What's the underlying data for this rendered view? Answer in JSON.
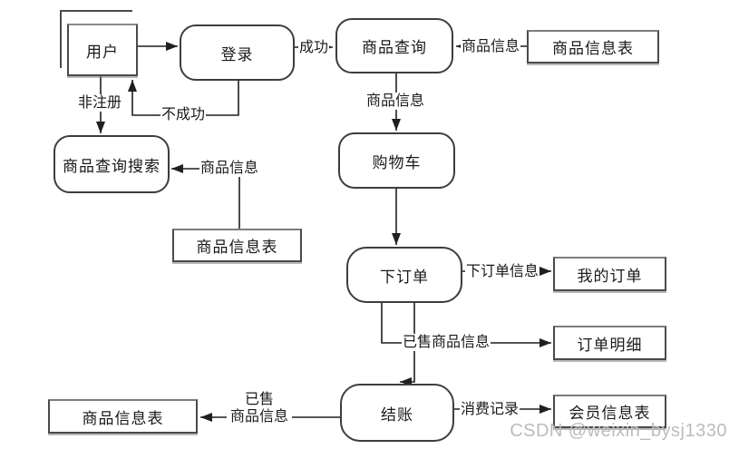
{
  "nodes": {
    "user": {
      "label": "用户"
    },
    "login": {
      "label": "登录"
    },
    "product_query": {
      "label": "商品查询"
    },
    "product_info_table_top": {
      "label": "商品信息表"
    },
    "product_query_search": {
      "label": "商品查询搜索"
    },
    "product_info_table_mid": {
      "label": "商品信息表"
    },
    "cart": {
      "label": "购物车"
    },
    "place_order": {
      "label": "下订单"
    },
    "my_orders": {
      "label": "我的订单"
    },
    "order_details": {
      "label": "订单明细"
    },
    "checkout": {
      "label": "结账"
    },
    "member_info_table": {
      "label": "会员信息表"
    },
    "product_info_table_bottom": {
      "label": "商品信息表"
    }
  },
  "edges": {
    "success": "成功",
    "fail": "不成功",
    "unregistered": "非注册",
    "product_info_to_query": "商品信息",
    "product_info_to_cart": "商品信息",
    "product_info_to_search": "商品信息",
    "order_info": "下订单信息",
    "sold_product_info": "已售商品信息",
    "consumption_record": "消费记录",
    "sold_line1": "已售",
    "sold_line2": "商品信息"
  },
  "watermark": "CSDN @weixin_bysj1330",
  "colors": {
    "line_color": "#1f1f1f",
    "border_color": "#4a4a4a",
    "text_color": "#1a1a1a",
    "watermark_color": "#bcbcbc",
    "background_color": "#ffffff"
  }
}
